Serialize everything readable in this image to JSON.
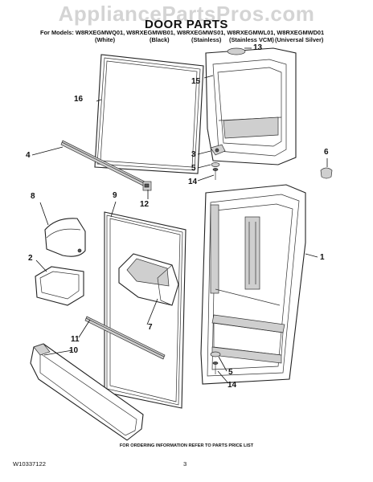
{
  "watermark": "AppliancePartsPros.com",
  "title": "DOOR PARTS",
  "models_line": "For Models: W8RXEGMWQ01, W8RXEGMWB01, W8RXEGMWS01, W8RXEGMWL01, W8RXEGMWD01",
  "finishes": [
    "(White)",
    "(Black)",
    "(Stainless)",
    "(Stainless VCM)",
    "(Universal Silver)"
  ],
  "callouts": {
    "c1": "1",
    "c2": "2",
    "c3": "3",
    "c4": "4",
    "c5a": "5",
    "c5b": "5",
    "c6": "6",
    "c7": "7",
    "c8": "8",
    "c9": "9",
    "c10": "10",
    "c11": "11",
    "c12": "12",
    "c13": "13",
    "c14a": "14",
    "c14b": "14",
    "c15": "15",
    "c16": "16"
  },
  "footer_note": "FOR ORDERING INFORMATION REFER TO PARTS PRICE LIST",
  "doc_number": "W10337122",
  "page_number": "3"
}
